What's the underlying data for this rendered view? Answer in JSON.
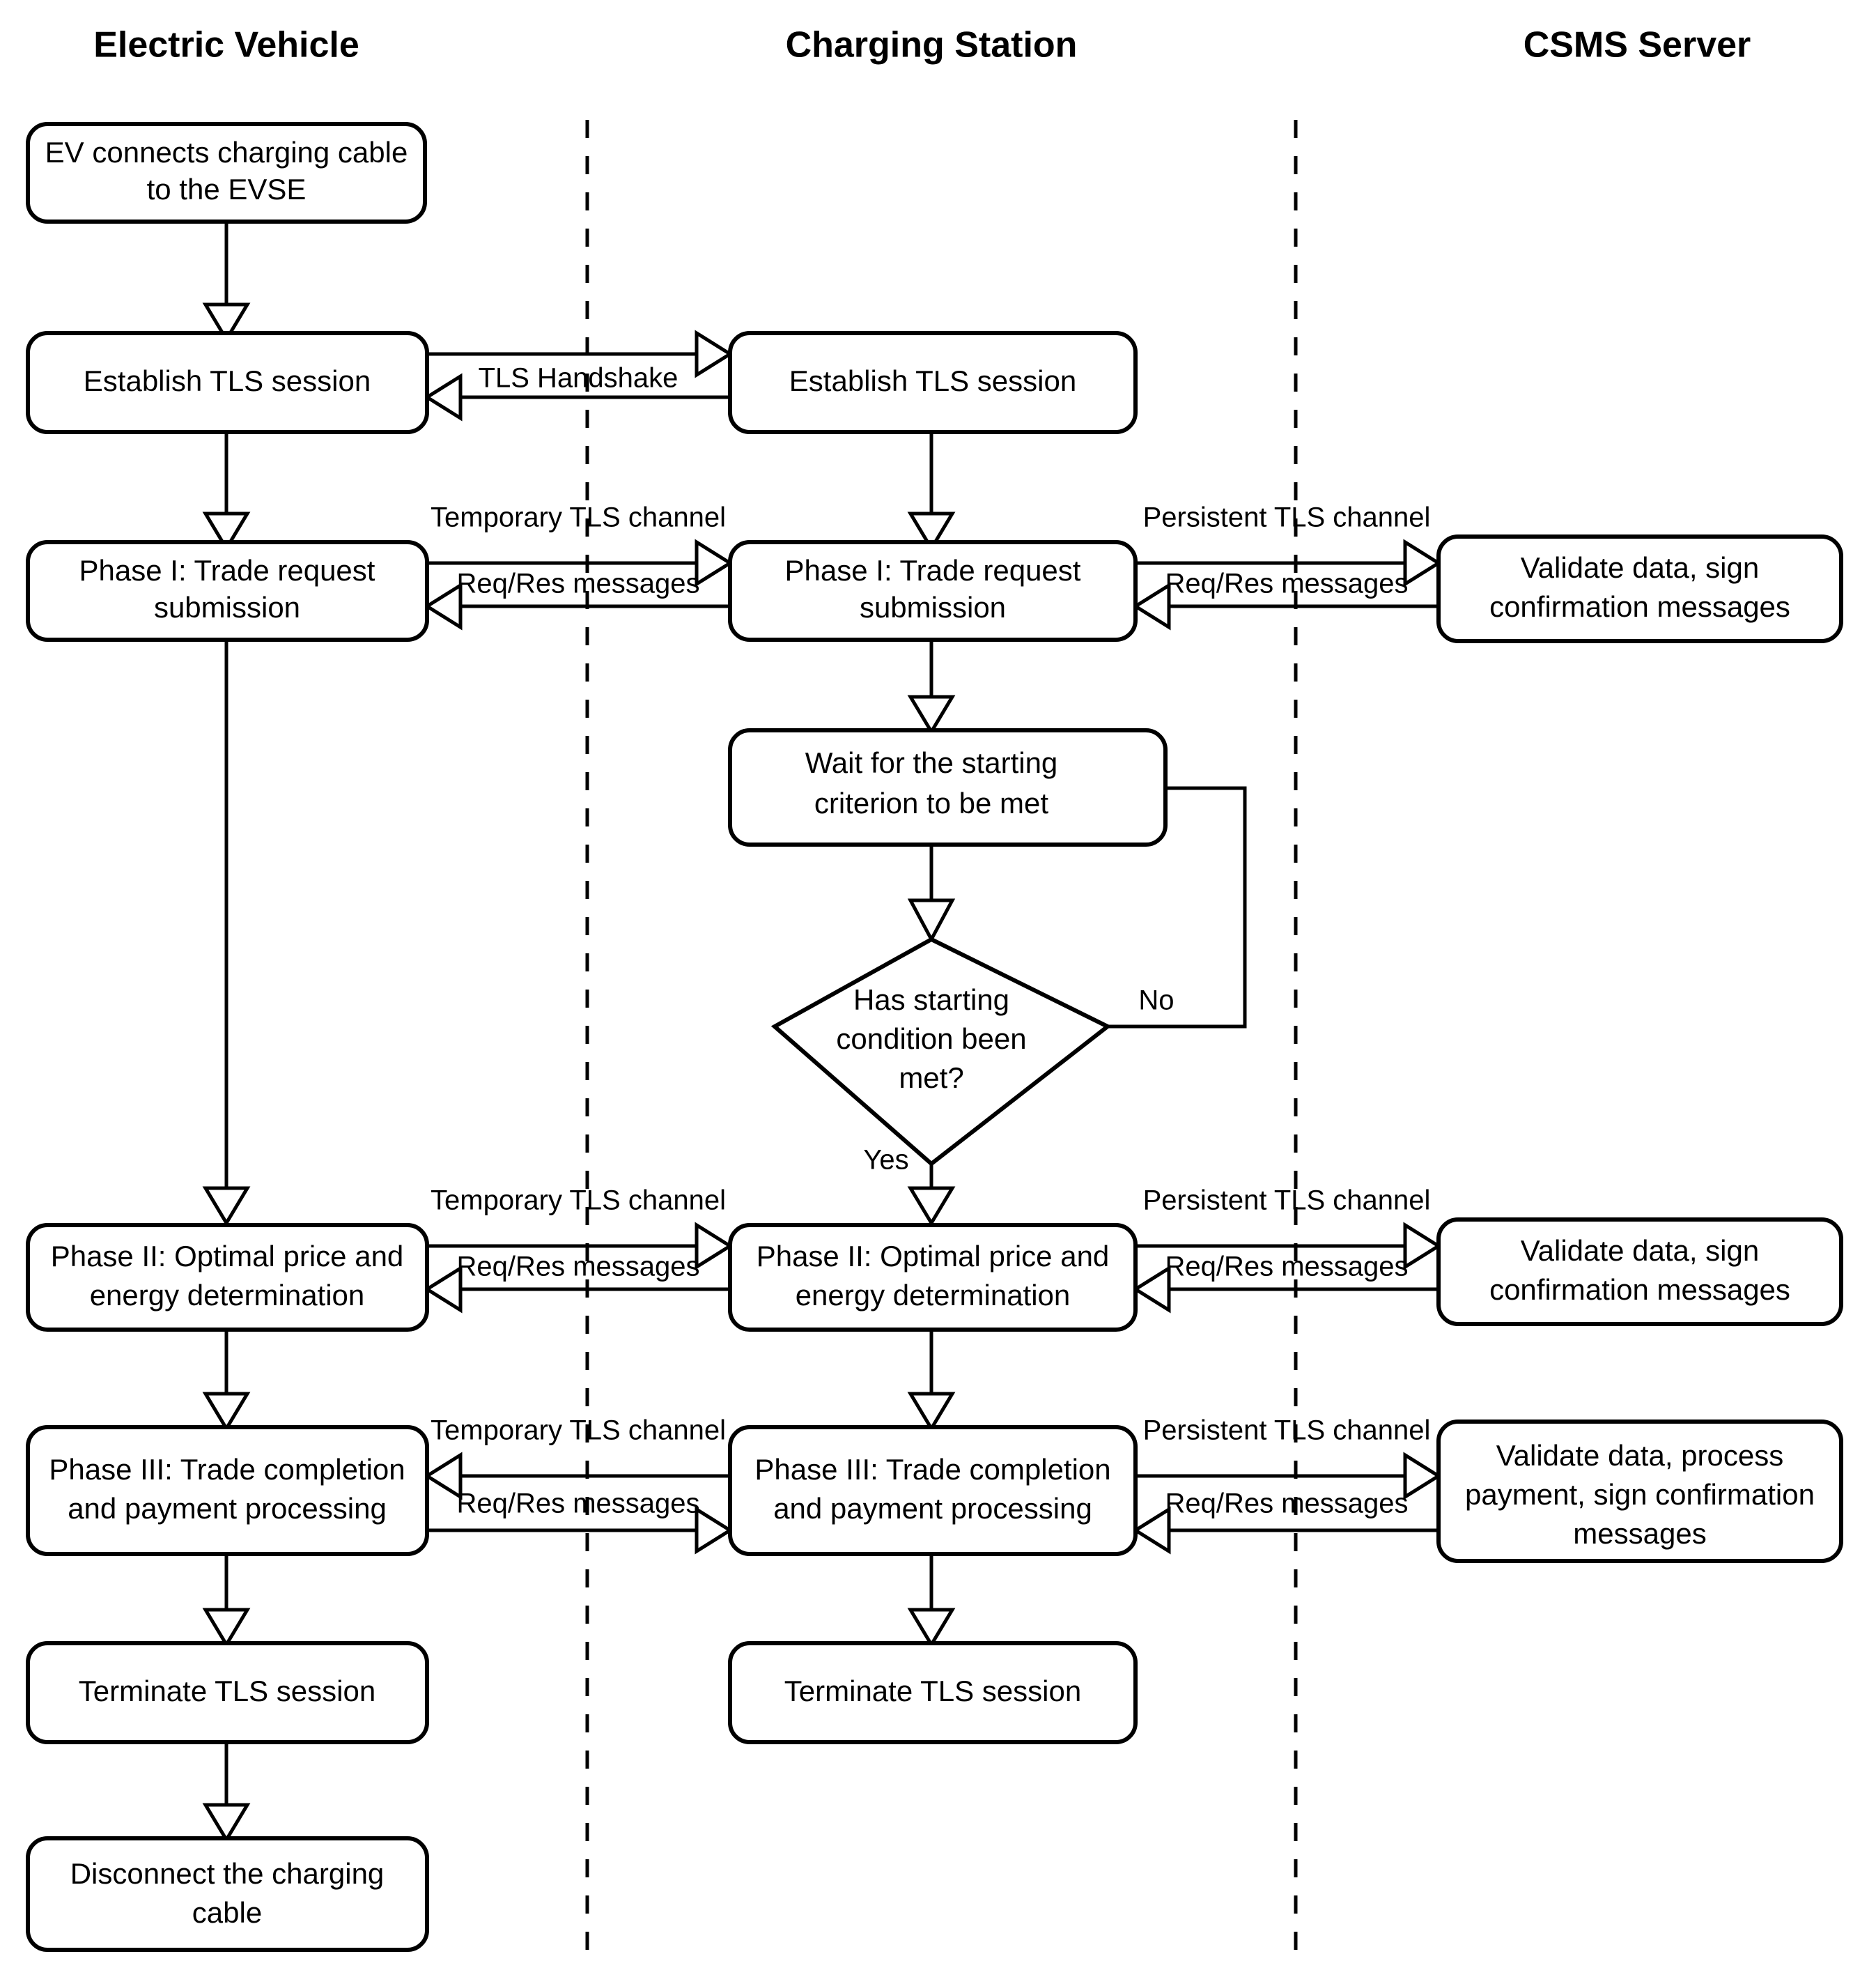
{
  "diagram": {
    "title": "EV charging trade sequence flowchart",
    "background_color": "#ffffff",
    "line_color": "#000000"
  },
  "lanes": [
    {
      "id": "ev",
      "label": "Electric Vehicle"
    },
    {
      "id": "cs",
      "label": "Charging Station"
    },
    {
      "id": "csms",
      "label": "CSMS Server"
    }
  ],
  "nodes": {
    "ev_connect": {
      "label": "EV connects charging cable to the EVSE",
      "line1": "EV connects charging cable",
      "line2": "to the EVSE",
      "shape": "rounded-rect",
      "lane": "ev"
    },
    "ev_tls": {
      "label": "Establish TLS session",
      "line1": "Establish TLS session",
      "shape": "rounded-rect",
      "lane": "ev"
    },
    "ev_phase1": {
      "label": "Phase I: Trade request submission",
      "line1": "Phase I: Trade request",
      "line2": "submission",
      "shape": "rounded-rect",
      "lane": "ev"
    },
    "ev_phase2": {
      "label": "Phase II: Optimal price and energy determination",
      "line1": "Phase II: Optimal price and",
      "line2": "energy determination",
      "shape": "rounded-rect",
      "lane": "ev"
    },
    "ev_phase3": {
      "label": "Phase III: Trade completion and payment processing",
      "line1": "Phase III: Trade completion",
      "line2": "and payment processing",
      "shape": "rounded-rect",
      "lane": "ev"
    },
    "ev_terminate": {
      "label": "Terminate TLS session",
      "line1": "Terminate TLS session",
      "shape": "rounded-rect",
      "lane": "ev"
    },
    "ev_disconnect": {
      "label": "Disconnect the charging cable",
      "line1": "Disconnect the charging",
      "line2": "cable",
      "shape": "rounded-rect",
      "lane": "ev"
    },
    "cs_tls": {
      "label": "Establish TLS session",
      "line1": "Establish TLS session",
      "shape": "rounded-rect",
      "lane": "cs"
    },
    "cs_phase1": {
      "label": "Phase I: Trade request submission",
      "line1": "Phase I: Trade request",
      "line2": "submission",
      "shape": "rounded-rect",
      "lane": "cs"
    },
    "cs_wait": {
      "label": "Wait for the starting criterion to be met",
      "line1": "Wait for the starting",
      "line2": "criterion to be met",
      "shape": "rounded-rect",
      "lane": "cs"
    },
    "cs_decision": {
      "label": "Has starting condition been met?",
      "line1": "Has starting",
      "line2": "condition been",
      "line3": "met?",
      "shape": "diamond",
      "lane": "cs"
    },
    "cs_phase2": {
      "label": "Phase II: Optimal price and energy determination",
      "line1": "Phase II: Optimal price and",
      "line2": "energy determination",
      "shape": "rounded-rect",
      "lane": "cs"
    },
    "cs_phase3": {
      "label": "Phase III: Trade completion and payment processing",
      "line1": "Phase III: Trade completion",
      "line2": "and payment processing",
      "shape": "rounded-rect",
      "lane": "cs"
    },
    "cs_terminate": {
      "label": "Terminate TLS session",
      "line1": "Terminate TLS session",
      "shape": "rounded-rect",
      "lane": "cs"
    },
    "csms_validate1": {
      "label": "Validate data, sign confirmation messages",
      "line1": "Validate data, sign",
      "line2": "confirmation messages",
      "shape": "rounded-rect",
      "lane": "csms"
    },
    "csms_validate2": {
      "label": "Validate data, sign confirmation messages",
      "line1": "Validate data, sign",
      "line2": "confirmation messages",
      "shape": "rounded-rect",
      "lane": "csms"
    },
    "csms_validate3": {
      "label": "Validate data, process payment, sign confirmation messages",
      "line1": "Validate data, process",
      "line2": "payment, sign confirmation",
      "line3": "messages",
      "shape": "rounded-rect",
      "lane": "csms"
    }
  },
  "edge_labels": {
    "tls_handshake": "TLS Handshake",
    "temporary_tls_channel": "Temporary TLS channel",
    "persistent_tls_channel": "Persistent TLS channel",
    "req_res_messages": "Req/Res messages",
    "decision_no": "No",
    "decision_yes": "Yes"
  }
}
